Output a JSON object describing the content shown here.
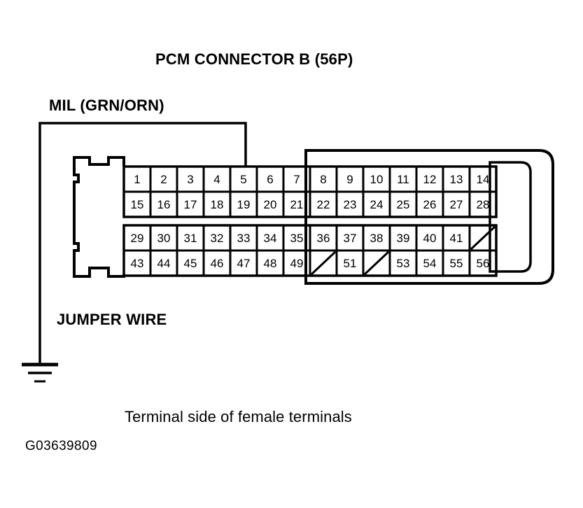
{
  "figure": {
    "title": "PCM CONNECTOR B (56P)",
    "caption": "Terminal side of female terminals",
    "image_code": "G03639809",
    "ink_color": "#000000",
    "background_color": "#ffffff"
  },
  "labels": {
    "mil": "MIL (GRN/ORN)",
    "jumper_wire": "JUMPER WIRE"
  },
  "connector": {
    "name": "PCM CONNECTOR B",
    "pin_count": "56P",
    "rows": [
      {
        "row_index": 1,
        "cells": [
          "1",
          "2",
          "3",
          "4",
          "5",
          "6",
          "7",
          "8",
          "9",
          "10",
          "11",
          "12",
          "13",
          "14"
        ]
      },
      {
        "row_index": 2,
        "cells": [
          "15",
          "16",
          "17",
          "18",
          "19",
          "20",
          "21",
          "22",
          "23",
          "24",
          "25",
          "26",
          "27",
          "28"
        ]
      },
      {
        "row_index": 3,
        "cells": [
          "29",
          "30",
          "31",
          "32",
          "33",
          "34",
          "35",
          "36",
          "37",
          "38",
          "39",
          "40",
          "41",
          ""
        ]
      },
      {
        "row_index": 4,
        "cells": [
          "43",
          "44",
          "45",
          "46",
          "47",
          "48",
          "49",
          "",
          "51",
          "",
          "53",
          "54",
          "55",
          "56"
        ]
      }
    ],
    "blank_cells": [
      {
        "row": 3,
        "column": 14
      },
      {
        "row": 4,
        "column": 8
      },
      {
        "row": 4,
        "column": 10
      }
    ]
  },
  "wiring": {
    "jumper_from_pin": "5",
    "jumper_to": "ground",
    "ground_symbol": "chassis-ground"
  }
}
